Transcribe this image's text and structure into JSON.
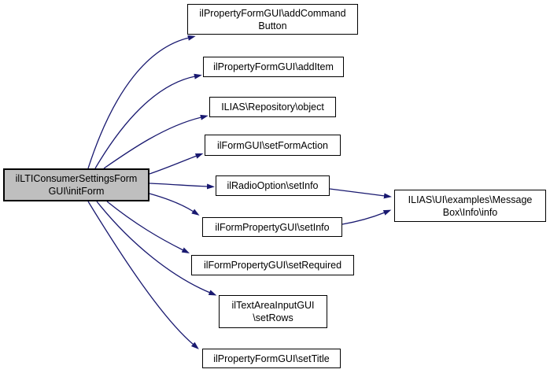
{
  "colors": {
    "edge": "#191970",
    "node_border": "#000000",
    "node_fill": "#ffffff",
    "highlight_fill": "#bfbfbf",
    "background": "#ffffff",
    "text": "#000000"
  },
  "nodes": {
    "init_form": {
      "lines": [
        "ilLTIConsumerSettingsForm",
        "GUI\\initForm"
      ],
      "highlighted": true
    },
    "add_command_button": {
      "lines": [
        "ilPropertyFormGUI\\addCommand",
        "Button"
      ],
      "highlighted": false
    },
    "add_item": {
      "lines": [
        "ilPropertyFormGUI\\addItem"
      ],
      "highlighted": false
    },
    "repository_object": {
      "lines": [
        "ILIAS\\Repository\\object"
      ],
      "highlighted": false
    },
    "set_form_action": {
      "lines": [
        "ilFormGUI\\setFormAction"
      ],
      "highlighted": false
    },
    "radio_set_info": {
      "lines": [
        "ilRadioOption\\setInfo"
      ],
      "highlighted": false
    },
    "form_prop_set_info": {
      "lines": [
        "ilFormPropertyGUI\\setInfo"
      ],
      "highlighted": false
    },
    "set_required": {
      "lines": [
        "ilFormPropertyGUI\\setRequired"
      ],
      "highlighted": false
    },
    "set_rows": {
      "lines": [
        "ilTextAreaInputGUI",
        "\\setRows"
      ],
      "highlighted": false
    },
    "set_title": {
      "lines": [
        "ilPropertyFormGUI\\setTitle"
      ],
      "highlighted": false
    },
    "message_box_info": {
      "lines": [
        "ILIAS\\UI\\examples\\Message",
        "Box\\Info\\info"
      ],
      "highlighted": false
    }
  },
  "edges": [
    {
      "from": "ilLTIConsumerSettingsFormGUI\\initForm",
      "to": "ilPropertyFormGUI\\addCommandButton"
    },
    {
      "from": "ilLTIConsumerSettingsFormGUI\\initForm",
      "to": "ilPropertyFormGUI\\addItem"
    },
    {
      "from": "ilLTIConsumerSettingsFormGUI\\initForm",
      "to": "ILIAS\\Repository\\object"
    },
    {
      "from": "ilLTIConsumerSettingsFormGUI\\initForm",
      "to": "ilFormGUI\\setFormAction"
    },
    {
      "from": "ilLTIConsumerSettingsFormGUI\\initForm",
      "to": "ilRadioOption\\setInfo"
    },
    {
      "from": "ilLTIConsumerSettingsFormGUI\\initForm",
      "to": "ilFormPropertyGUI\\setInfo"
    },
    {
      "from": "ilLTIConsumerSettingsFormGUI\\initForm",
      "to": "ilFormPropertyGUI\\setRequired"
    },
    {
      "from": "ilLTIConsumerSettingsFormGUI\\initForm",
      "to": "ilTextAreaInputGUI\\setRows"
    },
    {
      "from": "ilLTIConsumerSettingsFormGUI\\initForm",
      "to": "ilPropertyFormGUI\\setTitle"
    },
    {
      "from": "ilRadioOption\\setInfo",
      "to": "ILIAS\\UI\\examples\\MessageBox\\Info\\info"
    },
    {
      "from": "ilFormPropertyGUI\\setInfo",
      "to": "ILIAS\\UI\\examples\\MessageBox\\Info\\info"
    }
  ]
}
